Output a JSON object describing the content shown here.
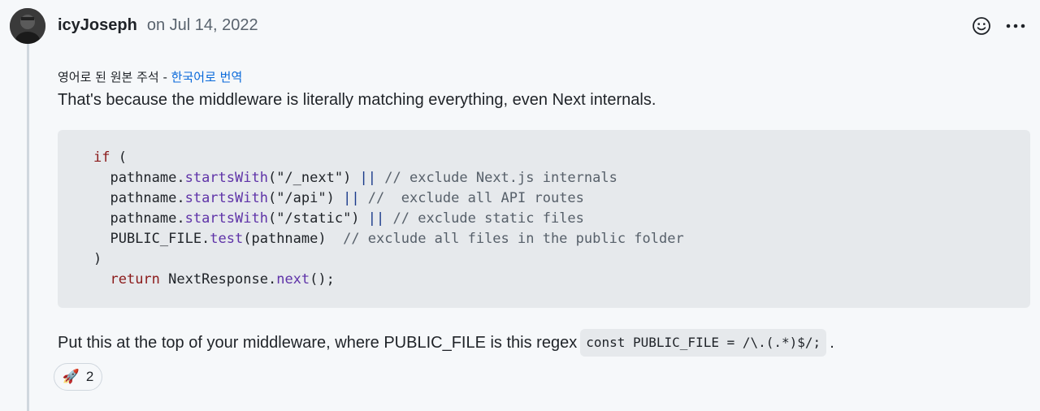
{
  "comment": {
    "author": "icyJoseph",
    "date": "on Jul 14, 2022",
    "translation_note": "영어로 된 원본 주석 -",
    "translation_link": "한국어로 번역",
    "paragraph1": "That's because the middleware is literally matching everything, even Next internals.",
    "code": {
      "line1_kw": "if",
      "line1_rest": " (",
      "line2_obj": "  pathname.",
      "line2_fn": "startsWith",
      "line2_arg": "(\"/_next\") ",
      "line2_op": "||",
      "line2_cm": " // exclude Next.js internals",
      "line3_obj": "  pathname.",
      "line3_fn": "startsWith",
      "line3_arg": "(\"/api\") ",
      "line3_op": "||",
      "line3_cm": " //  exclude all API routes",
      "line4_obj": "  pathname.",
      "line4_fn": "startsWith",
      "line4_arg": "(\"/static\") ",
      "line4_op": "||",
      "line4_cm": " // exclude static files",
      "line5_obj": "  PUBLIC_FILE.",
      "line5_fn": "test",
      "line5_arg": "(pathname)",
      "line5_cm": "  // exclude all files in the public folder",
      "line6": ")",
      "line7_indent": "  ",
      "line7_kw": "return",
      "line7_obj": " NextResponse.",
      "line7_fn": "next",
      "line7_rest": "();"
    },
    "paragraph2_text": "Put this at the top of your middleware, where PUBLIC_FILE is this regex",
    "paragraph2_code": "const PUBLIC_FILE = /\\.(.*)$/;",
    "paragraph2_end": ".",
    "reaction": {
      "emoji": "🚀",
      "count": "2"
    }
  },
  "icons": {
    "emoji_reaction": "smiley-icon",
    "more_options": "kebab-horizontal-icon"
  },
  "colors": {
    "background": "#f6f8fa",
    "link": "#0969da",
    "code_background": "#e6e9ec"
  }
}
